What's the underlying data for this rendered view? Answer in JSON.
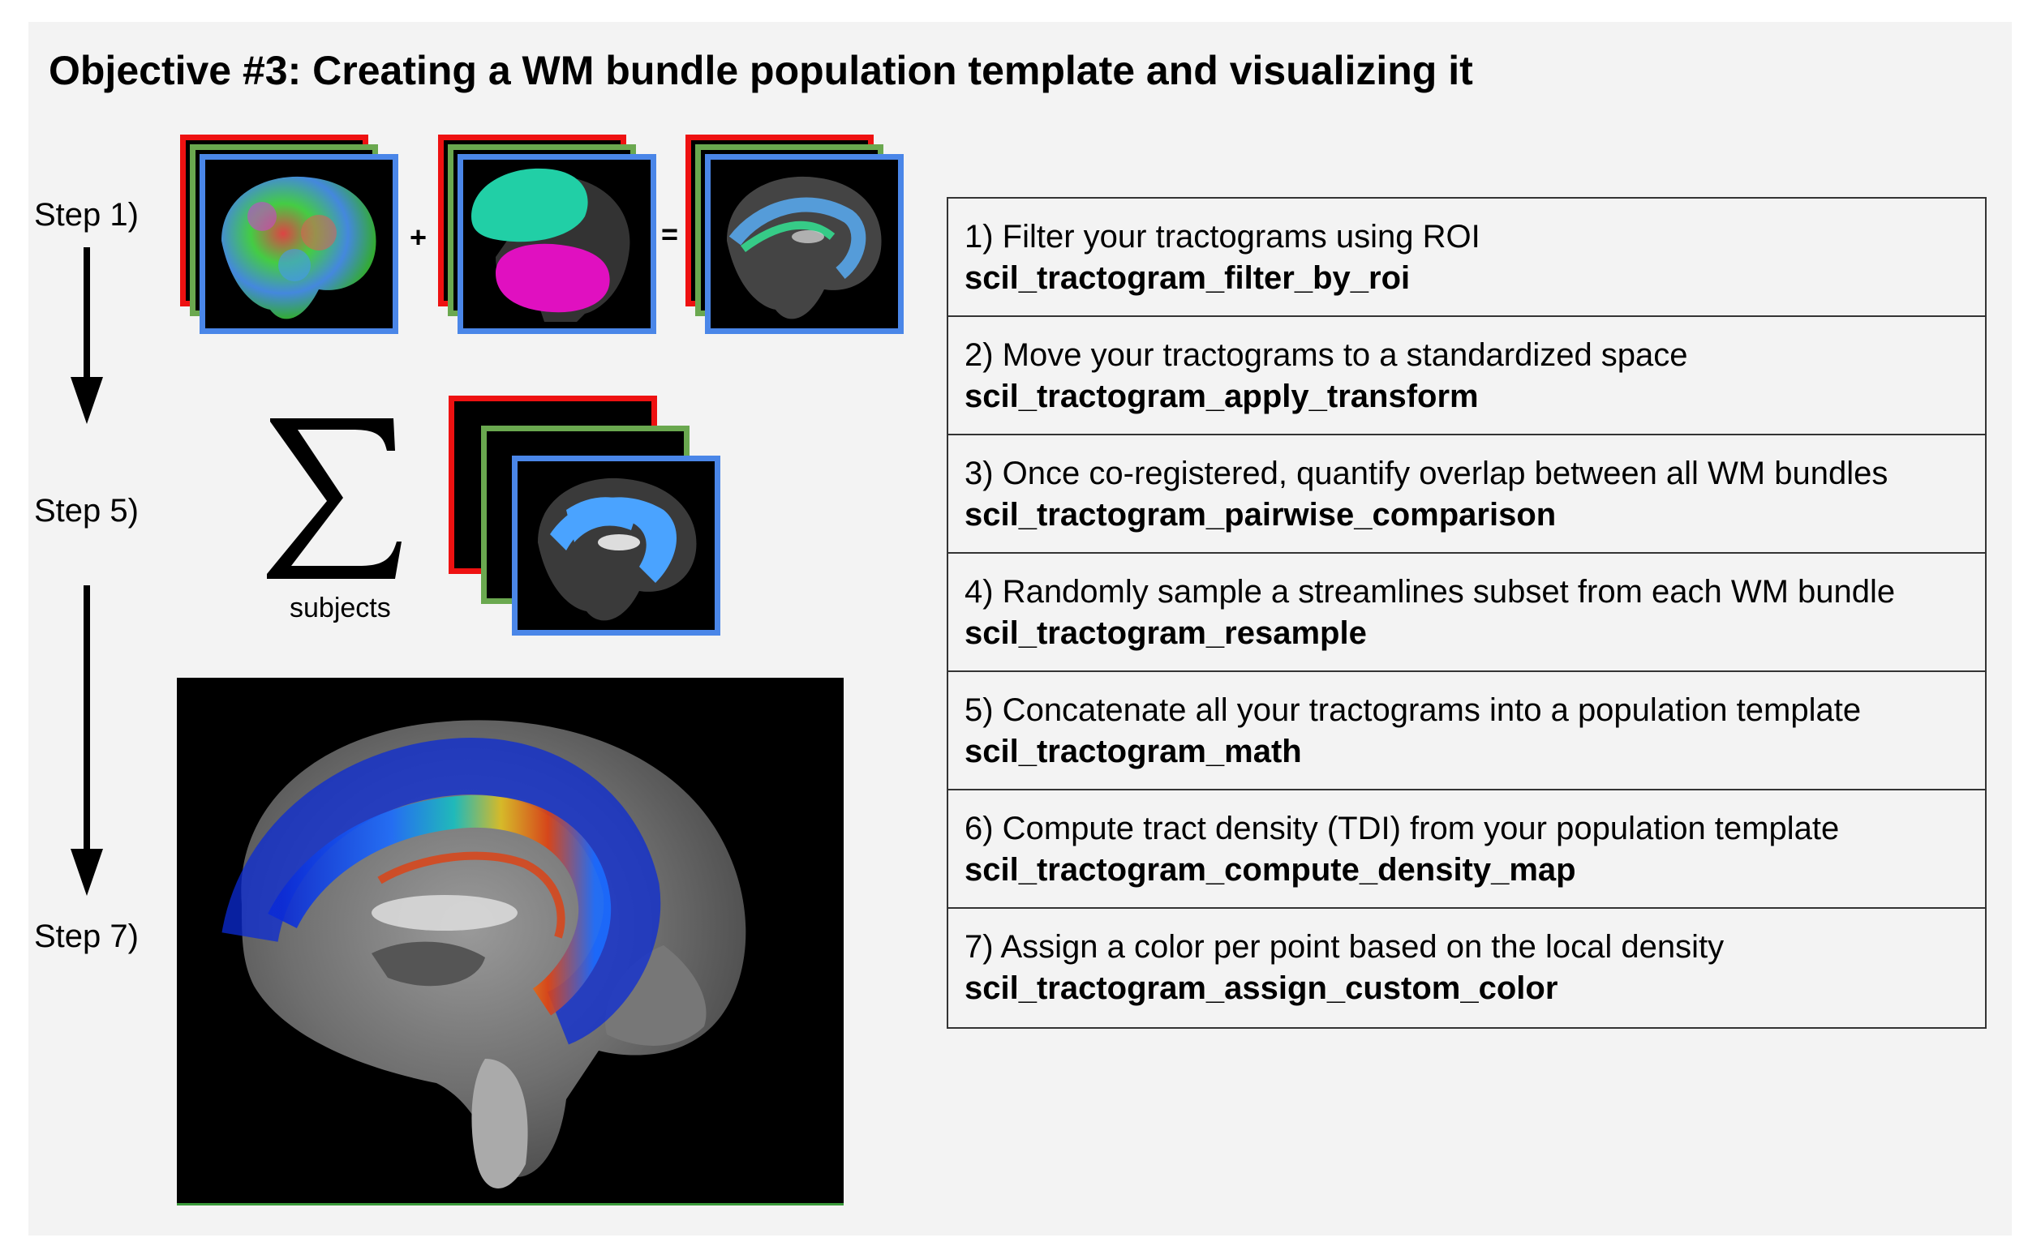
{
  "title": "Objective #3: Creating a WM bundle population template and visualizing it",
  "steps": {
    "step1": "Step 1)",
    "step5": "Step 5)",
    "step7": "Step 7)"
  },
  "operators": {
    "plus": "+",
    "equals": "="
  },
  "sigma": {
    "symbol": "∑",
    "caption": "subjects"
  },
  "table": {
    "rows": [
      {
        "desc": "1) Filter your tractograms using ROI",
        "cmd": "scil_tractogram_filter_by_roi"
      },
      {
        "desc": "2) Move your tractograms to a standardized space",
        "cmd": "scil_tractogram_apply_transform"
      },
      {
        "desc": "3) Once co-registered, quantify overlap between all WM bundles",
        "cmd": "scil_tractogram_pairwise_comparison"
      },
      {
        "desc": "4) Randomly sample a streamlines subset from each WM bundle",
        "cmd": "scil_tractogram_resample"
      },
      {
        "desc": "5) Concatenate all your tractograms into a population template",
        "cmd": "scil_tractogram_math"
      },
      {
        "desc": "6) Compute tract density (TDI) from your population template",
        "cmd": "scil_tractogram_compute_density_map"
      },
      {
        "desc": "7) Assign a color per point based on the local density",
        "cmd": "scil_tractogram_assign_custom_color"
      }
    ]
  },
  "colors": {
    "panel_bg": "#f3f3f3",
    "frame_red": "#ee1111",
    "frame_green": "#6aa84f",
    "frame_blue": "#4a86e8"
  }
}
